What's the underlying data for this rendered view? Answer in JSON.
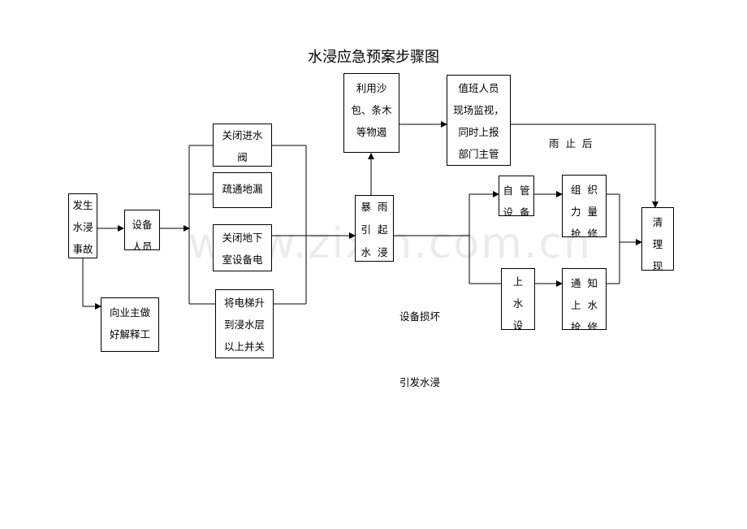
{
  "title": "水浸应急预案步骤图",
  "watermark": "www.zixin.com.cn",
  "nodes": {
    "accident": [
      "发生",
      "水浸",
      "事故"
    ],
    "equipment_staff": [
      "设备",
      "人员"
    ],
    "close_inlet": [
      "关闭进水",
      "阀"
    ],
    "drain": [
      "疏通地漏"
    ],
    "close_basement": [
      "关闭地下",
      "室设备电"
    ],
    "elevator": [
      "将电梯升",
      "到浸水层",
      "以上并关"
    ],
    "notify_owner": [
      "向业主做",
      "好解释工"
    ],
    "sandbags": [
      "利用沙",
      "包、条木",
      "等物遏"
    ],
    "duty_staff": [
      "值班人员",
      "现场监视，",
      "同时上报",
      "部门主管"
    ],
    "rainstorm": [
      "暴  雨",
      "引  起",
      "水  浸"
    ],
    "self_mgmt": [
      "自  管",
      "设  备"
    ],
    "upstream": [
      "上",
      "水",
      "设"
    ],
    "organize": [
      "组  织",
      "力  量",
      "抢  修"
    ],
    "notify_water": [
      "通  知",
      "上  水",
      "抢  修"
    ],
    "cleanup": [
      "清",
      "理",
      "现"
    ]
  },
  "labels": {
    "after_rain": "雨  止  后",
    "equipment_damage": [
      "设备损坏",
      "引发水浸"
    ]
  }
}
